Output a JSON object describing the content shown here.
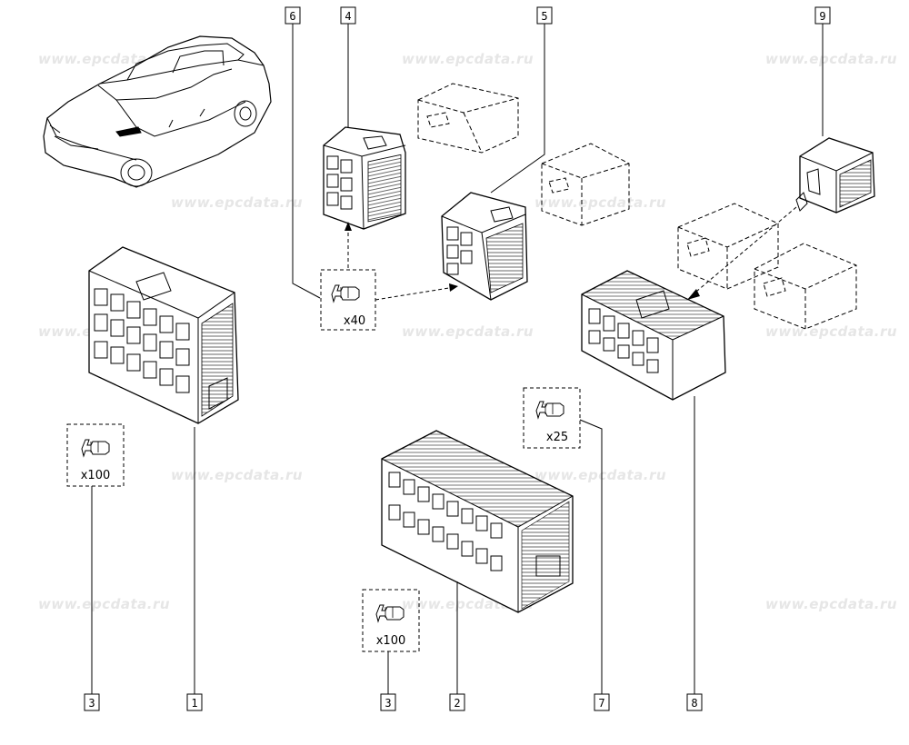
{
  "watermark": "www.epcdata.ru",
  "callouts": [
    {
      "id": "c6",
      "label": "6"
    },
    {
      "id": "c4",
      "label": "4"
    },
    {
      "id": "c5",
      "label": "5"
    },
    {
      "id": "c9",
      "label": "9"
    },
    {
      "id": "c3a",
      "label": "3"
    },
    {
      "id": "c1",
      "label": "1"
    },
    {
      "id": "c3b",
      "label": "3"
    },
    {
      "id": "c2",
      "label": "2"
    },
    {
      "id": "c7",
      "label": "7"
    },
    {
      "id": "c8",
      "label": "8"
    }
  ],
  "terminal_packs": [
    {
      "id": "t40",
      "qty": "x40"
    },
    {
      "id": "t100a",
      "qty": "x100"
    },
    {
      "id": "t100b",
      "qty": "x100"
    },
    {
      "id": "t25",
      "qty": "x25"
    }
  ],
  "icons": [
    "car-locator-icon",
    "connector-icon",
    "terminal-icon"
  ]
}
